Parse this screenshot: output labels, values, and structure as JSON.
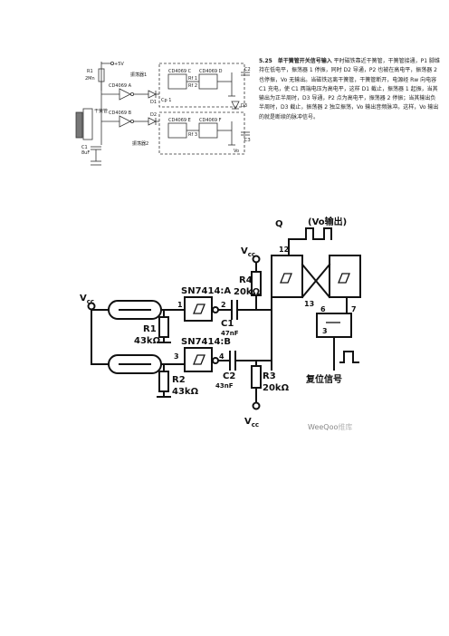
{
  "top_figure": {
    "supply": "+5V",
    "switch_label": "干簧管",
    "resistor_label": "R1",
    "resistor_value": "2Mn",
    "cap_label": "C1",
    "cap_value": "8uF",
    "gate_1": "CD4069 A",
    "gate_2": "CD4069 B",
    "gate_3": "CD4069 C",
    "gate_4": "CD4069 D",
    "gate_5": "CD4069 E",
    "gate_6": "CD4069 F",
    "osc_1_label": "振荡器1",
    "osc_2_label": "振荡器2",
    "rf_1": "Rf 1",
    "rf_2": "Rf 2",
    "rf_3": "Rf 3",
    "cp_1": "Cp 1",
    "d1": "D1",
    "d2": "D2",
    "d3": "D3",
    "c2": "C2",
    "c3": "C3",
    "out_label": "Vo"
  },
  "description": {
    "figure_number": "5.25",
    "title": "单干簧管开关信号输入",
    "body": "平时磁铁靠近干簧管，干簧管接通，P1 脚维持在低电平，振荡器 1 停振，同时 D2 导通，P2 也被在高电平，振荡器 2 也停振，Vo 无输出。当磁铁远离干簧管，干簧管断开，电源经 Rw 向电容 C1 充电，使 C1 两端电压为高电平，这样 D1 截止，振荡器 1 起振，当其输出为正半周时，D3 导通，P2 点为高电平，振荡器 2 停振；当其输出负半周时，D3 截止，振荡器 2 独立振荡，Vo 输出音频脉冲。这样，Vo 输出的就是断续的脉冲信号。"
  },
  "bottom_figure": {
    "vcc_left": "V",
    "vcc_left_sub": "cc",
    "gate_a": "SN7414:A",
    "gate_b": "SN7414:B",
    "pin_1": "1",
    "pin_2": "2",
    "pin_3": "3",
    "pin_4": "4",
    "pin_12": "12",
    "pin_13": "13",
    "pin_6": "6",
    "pin_7": "7",
    "pin_3b": "3",
    "r1": "R1",
    "r1_value": "43kΩ",
    "r2": "R2",
    "r2_value": "43kΩ",
    "r3": "R3",
    "r3_value": "20kΩ",
    "r4": "R4",
    "r4_value": "20kΩ",
    "c1": "C1",
    "c1_value": "47nF",
    "c2": "C2",
    "c2_value": "43nF",
    "vcc_top": "V",
    "vcc_top_sub": "cc",
    "vcc_bottom": "V",
    "vcc_bottom_sub": "cc",
    "output_label": "(Vo输出)",
    "position_label": "复位信号",
    "q_label": "Q"
  },
  "watermark": {
    "brand": "WeeQoo",
    "suffix": "维库"
  }
}
